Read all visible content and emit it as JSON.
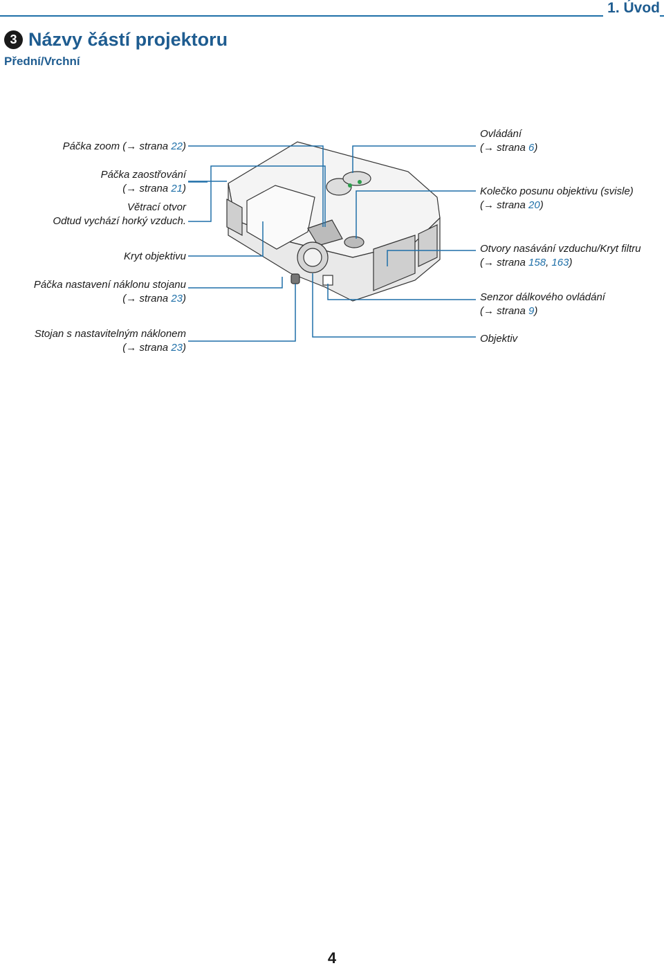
{
  "header": {
    "chapter": "1. Úvod",
    "section_number": "3",
    "section_title": "Názvy částí projektoru",
    "subsection_title": "Přední/Vrchní"
  },
  "labels_left": [
    {
      "name": "Páčka zoom",
      "ref_prefix": "(→ strana ",
      "ref_page": "22",
      "ref_suffix": ")"
    },
    {
      "name": "Páčka zaostřování",
      "ref_prefix": "(→ strana ",
      "ref_page": "21",
      "ref_suffix": ")"
    },
    {
      "name": "Větrací otvor",
      "note": "Odtud vychází horký vzduch."
    },
    {
      "name": "Kryt objektivu"
    },
    {
      "name": "Páčka nastavení náklonu stojanu",
      "ref_prefix": "(→ strana ",
      "ref_page": "23",
      "ref_suffix": ")"
    },
    {
      "name": "Stojan s nastavitelným náklonem",
      "ref_prefix": "(→ strana ",
      "ref_page": "23",
      "ref_suffix": ")"
    }
  ],
  "labels_right": [
    {
      "name": "Ovládání",
      "ref_prefix": "(→ strana ",
      "ref_page": "6",
      "ref_suffix": ")"
    },
    {
      "name": "Kolečko posunu objektivu (svisle)",
      "ref_prefix": "(→ strana ",
      "ref_page": "20",
      "ref_suffix": ")"
    },
    {
      "name": "Otvory nasávání vzduchu/Kryt filtru",
      "ref_prefix": "(→ strana ",
      "ref_page": "158",
      "ref_mid": ", ",
      "ref_page2": "163",
      "ref_suffix": ")"
    },
    {
      "name": "Senzor dálkového ovládání",
      "ref_prefix": "(→ strana ",
      "ref_page": "9",
      "ref_suffix": ")"
    },
    {
      "name": "Objektiv"
    }
  ],
  "colors": {
    "accent": "#1e5c90",
    "rule": "#1e6fa8",
    "leader": "#1e6fa8"
  },
  "footer": {
    "page_number": "4"
  }
}
